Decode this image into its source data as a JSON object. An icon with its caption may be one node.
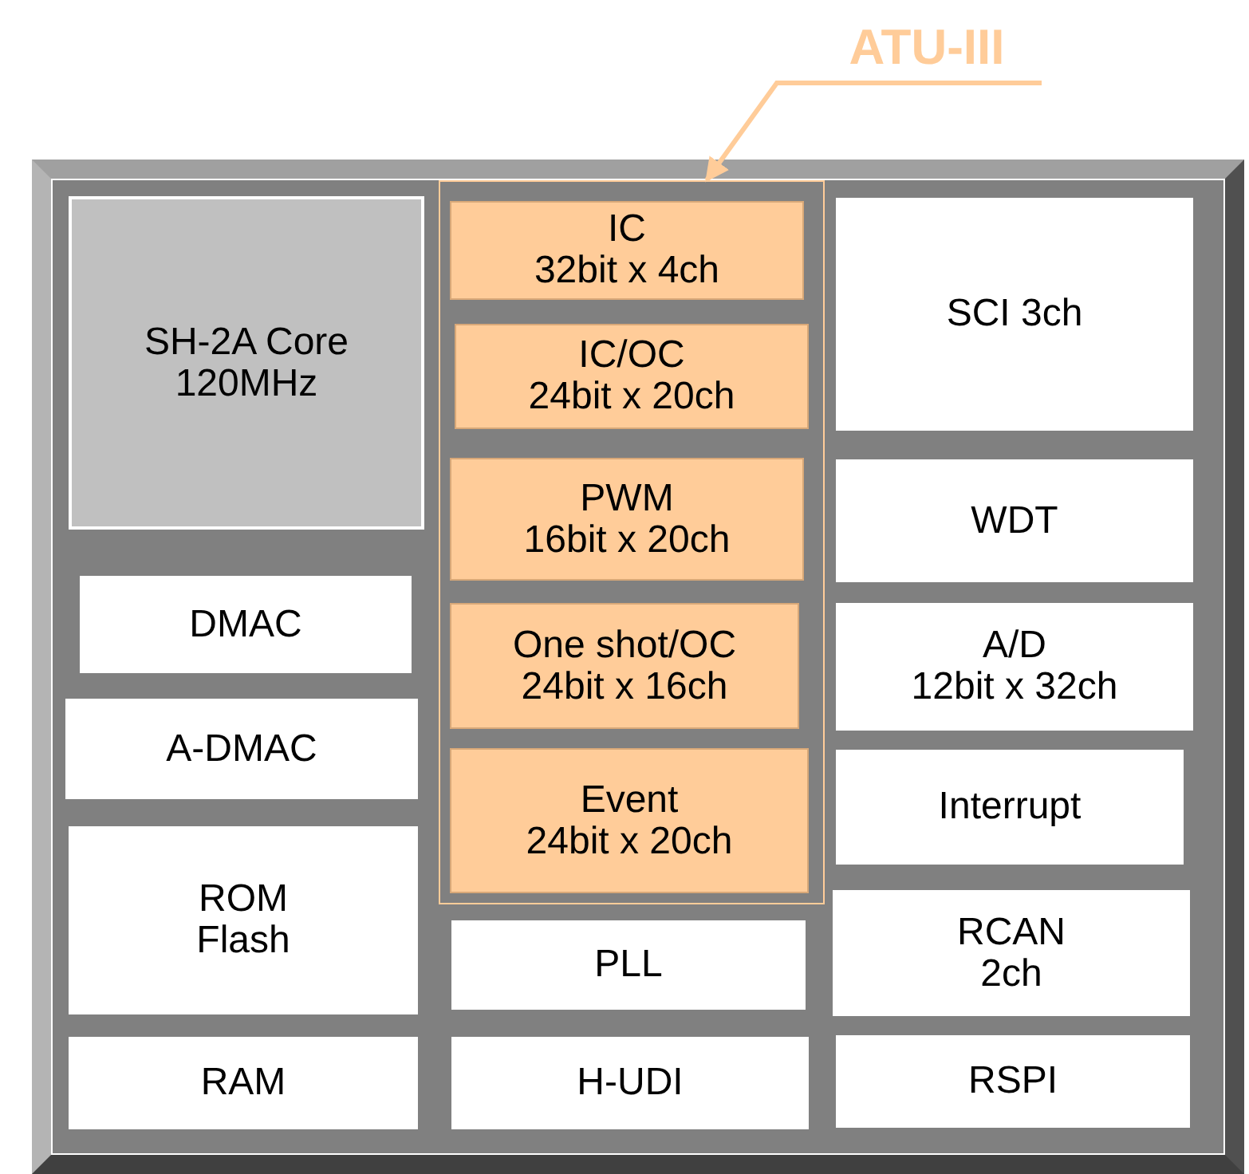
{
  "diagram": {
    "nodes": [
      {
        "text": [
          "ATU-III"
        ]
      },
      {
        "text": [],
        "shape": "box"
      },
      {
        "text": [],
        "shape": "box",
        "in": 1
      },
      {
        "text": [
          "SH-2A Core",
          "120MHz"
        ],
        "in": 1
      },
      {
        "text": [
          "IC",
          "32bit x 4ch"
        ],
        "in": 2
      },
      {
        "text": [
          "IC/OC",
          "24bit x 20ch"
        ],
        "in": 2
      },
      {
        "text": [
          "PWM",
          "16bit x 20ch"
        ],
        "in": 2
      },
      {
        "text": [
          "One shot/OC",
          "24bit x 16ch"
        ],
        "in": 2
      },
      {
        "text": [
          "Event",
          "24bit x 20ch"
        ],
        "in": 2
      },
      {
        "text": [
          "SCI 3ch"
        ],
        "in": 1
      },
      {
        "text": [
          "WDT"
        ],
        "in": 1
      },
      {
        "text": [
          "A/D",
          "12bit x 32ch"
        ],
        "in": 1
      },
      {
        "text": [
          "DMAC"
        ],
        "in": 1
      },
      {
        "text": [
          "A-DMAC"
        ],
        "in": 1
      },
      {
        "text": [
          "Interrupt"
        ],
        "in": 1
      },
      {
        "text": [
          "ROM",
          "Flash"
        ],
        "in": 1
      },
      {
        "text": [
          "PLL"
        ],
        "in": 1
      },
      {
        "text": [
          "RCAN",
          "2ch"
        ],
        "in": 1
      },
      {
        "text": [
          "RAM"
        ],
        "in": 1
      },
      {
        "text": [
          "H-UDI"
        ],
        "in": 1
      },
      {
        "text": [
          "RSPI"
        ],
        "in": 1
      }
    ],
    "edges": [
      {
        "from": 0,
        "to": 2,
        "arrow": "to",
        "color": "#ffcc99"
      }
    ]
  }
}
